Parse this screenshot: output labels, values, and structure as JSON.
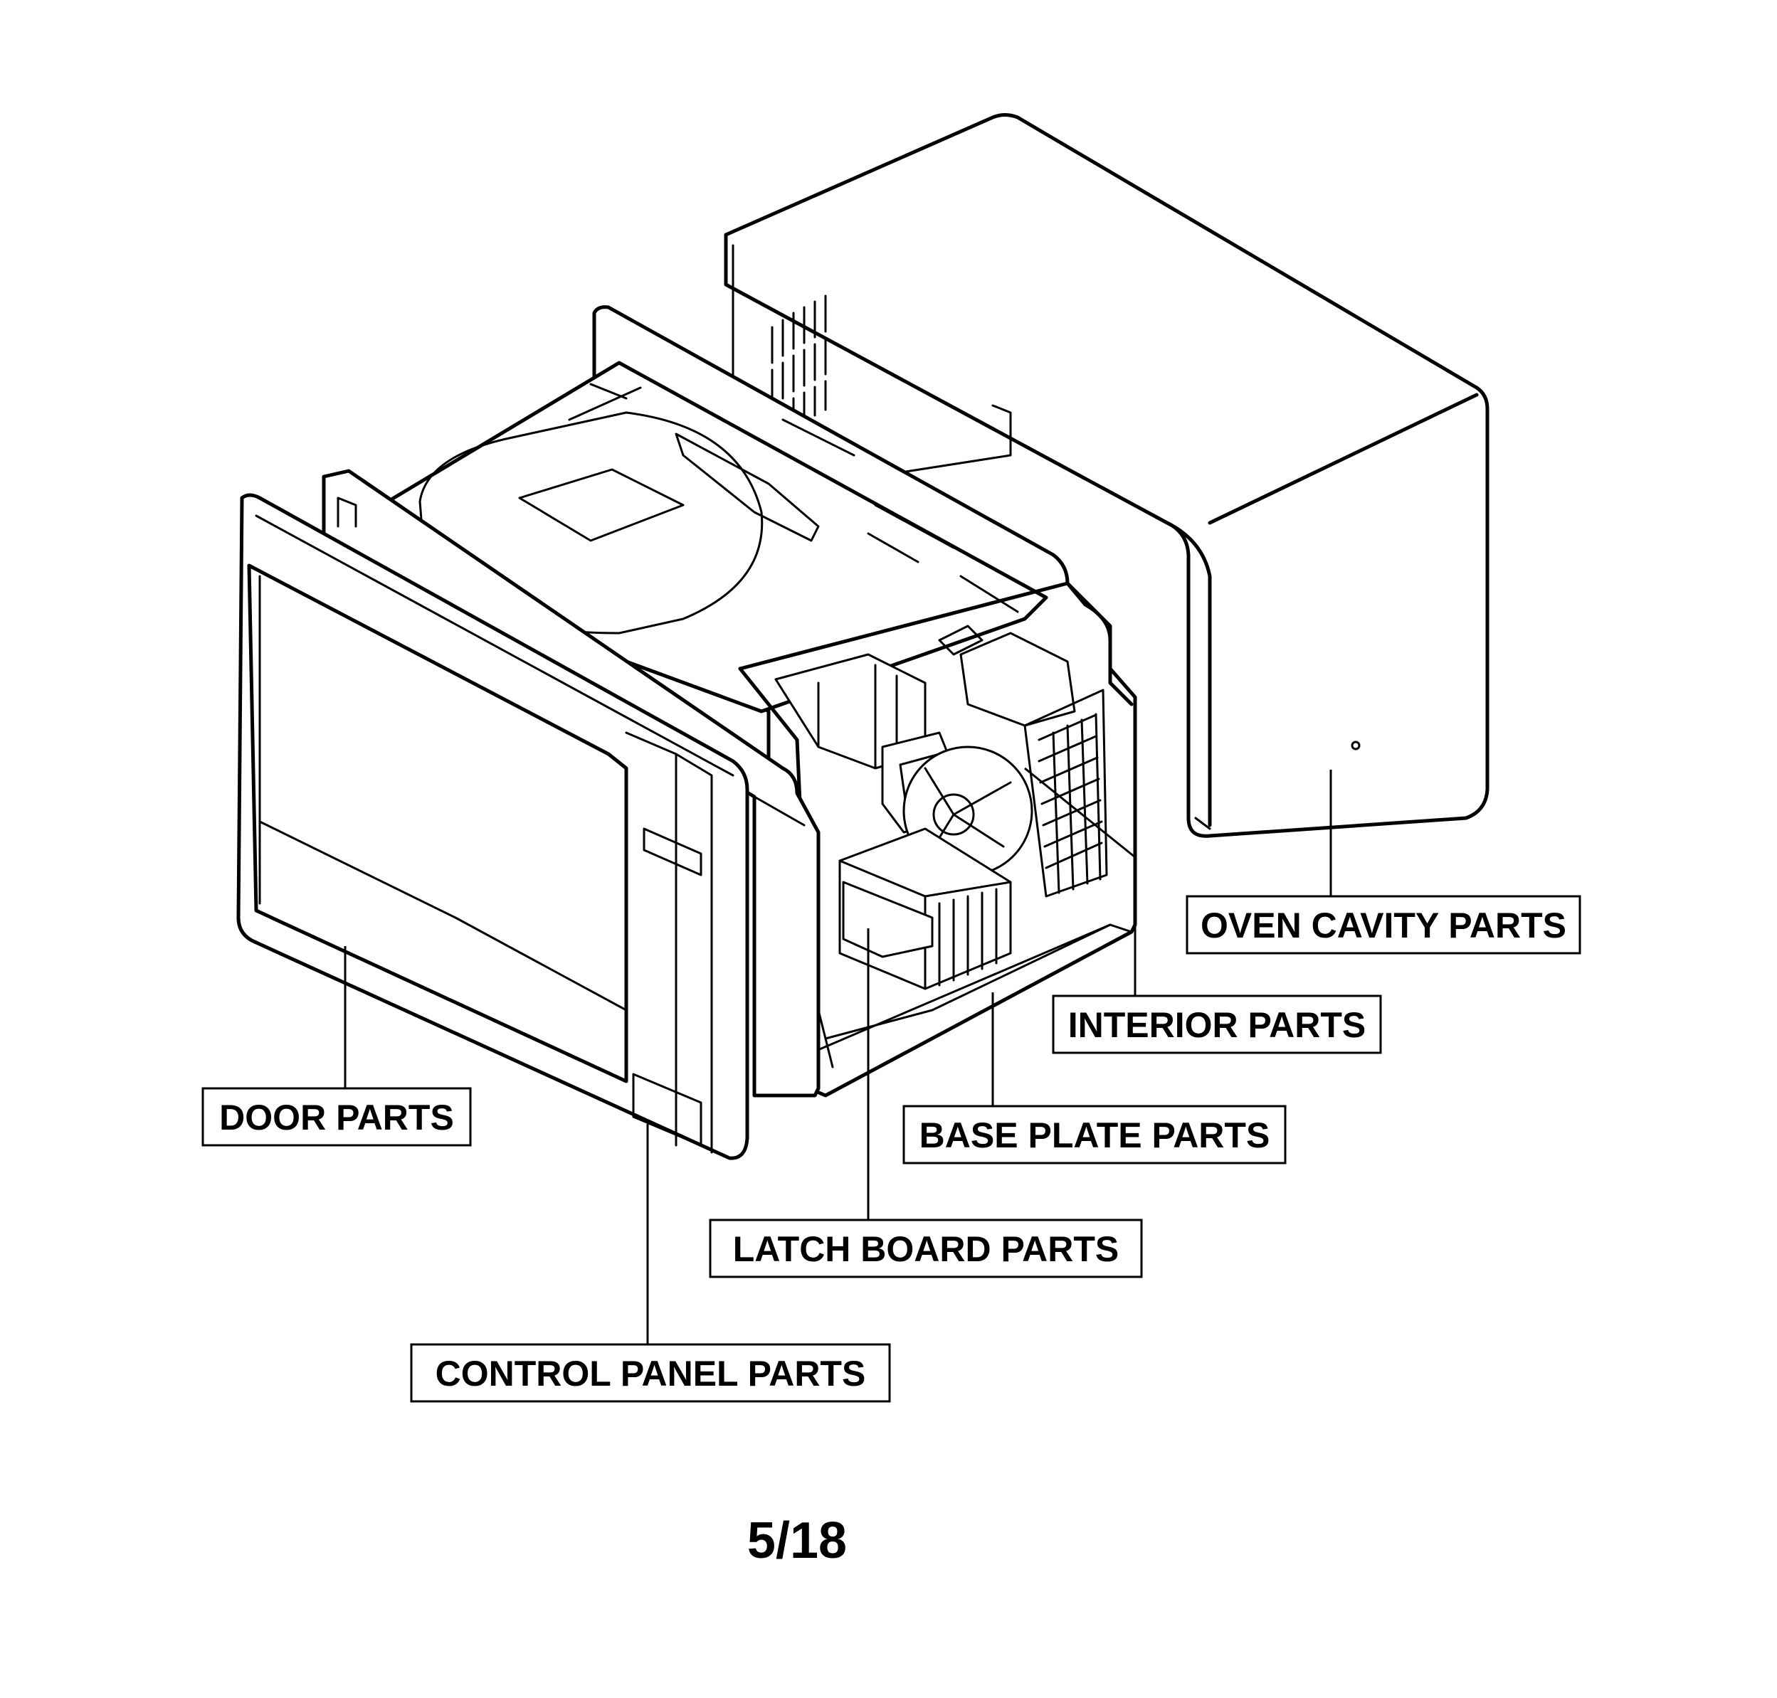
{
  "callouts": [
    {
      "id": "oven-cavity",
      "label": "OVEN CAVITY PARTS"
    },
    {
      "id": "interior",
      "label": "INTERIOR PARTS"
    },
    {
      "id": "base-plate",
      "label": "BASE PLATE PARTS"
    },
    {
      "id": "latch-board",
      "label": "LATCH BOARD PARTS"
    },
    {
      "id": "door",
      "label": "DOOR PARTS"
    },
    {
      "id": "control-panel",
      "label": "CONTROL PANEL PARTS"
    }
  ],
  "page_number": "5/18"
}
